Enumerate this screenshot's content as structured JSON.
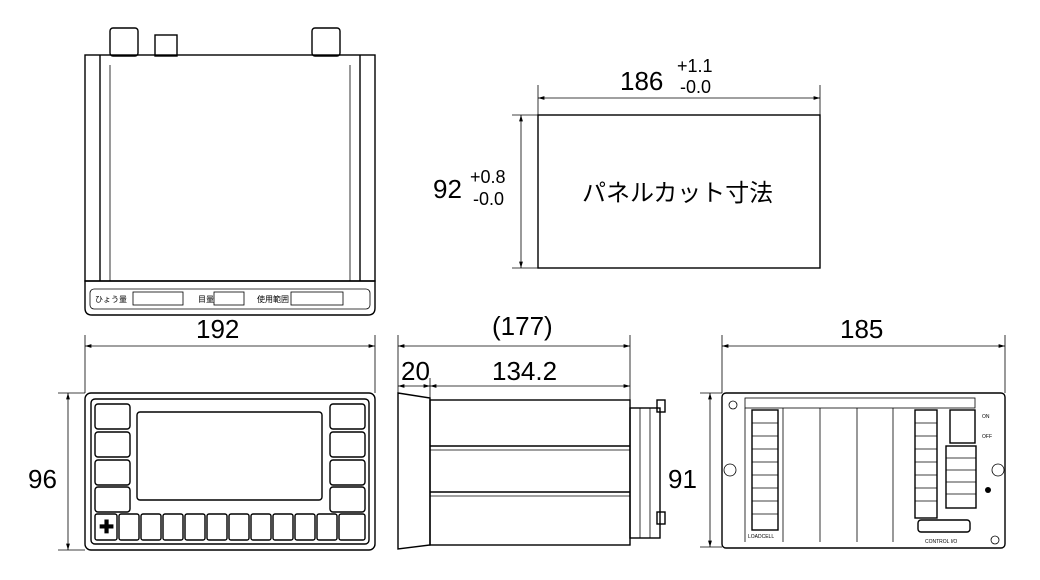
{
  "top_view": {
    "label_plate": [
      "ひょう量",
      "目量",
      "使用範囲"
    ]
  },
  "panel_cut": {
    "title": "パネルカット寸法",
    "width": "186",
    "width_tol_plus": "+1.1",
    "width_tol_minus": "-0.0",
    "height": "92",
    "height_tol_plus": "+0.8",
    "height_tol_minus": "-0.0"
  },
  "front_view": {
    "width": "192",
    "height": "96"
  },
  "side_view": {
    "depth_total": "(177)",
    "bezel_depth": "20",
    "body_depth": "134.2"
  },
  "rear_view": {
    "width": "185",
    "height": "91",
    "loadcell_label": "LOADCELL",
    "control_label": "CONTROL I/O",
    "power_on": "ON",
    "power_off": "OFF"
  }
}
